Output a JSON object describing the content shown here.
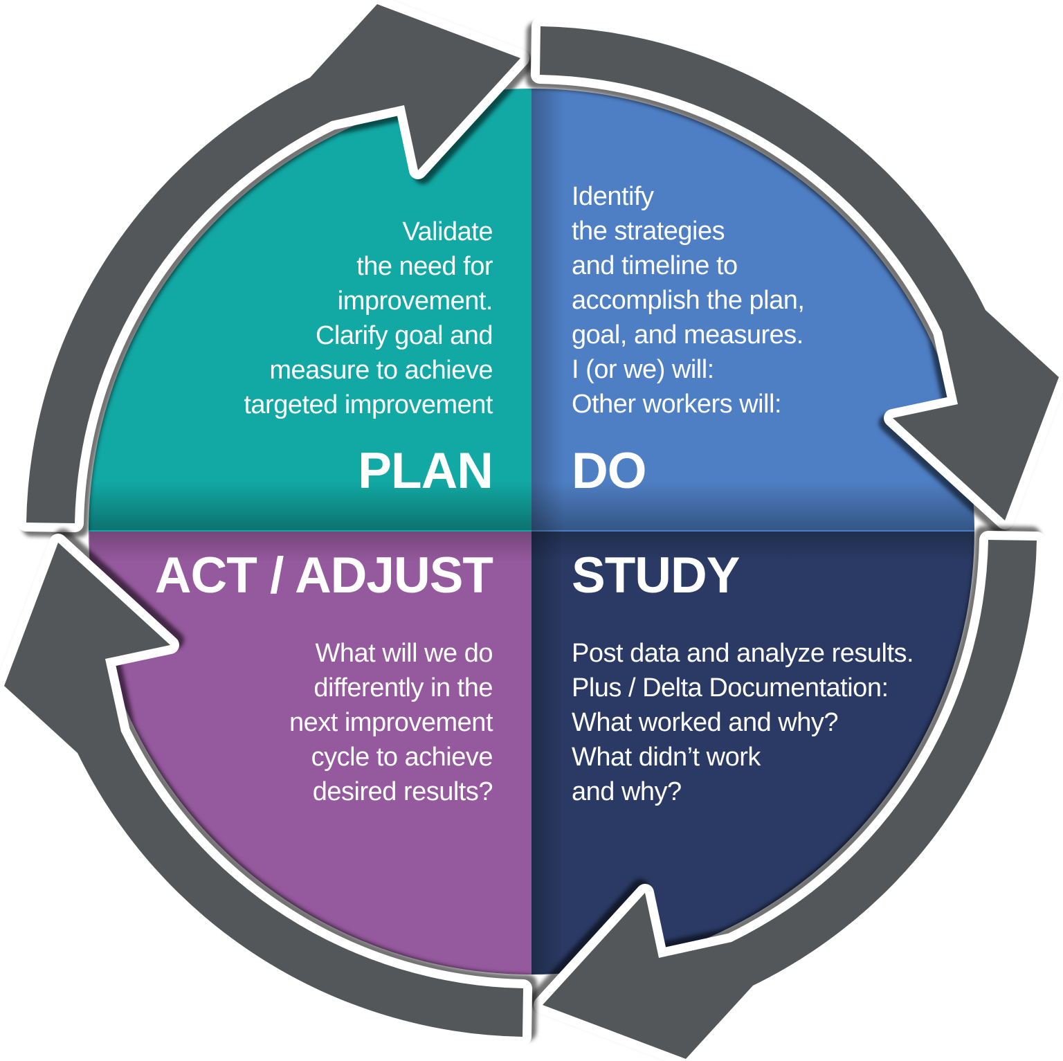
{
  "diagram_name": "plan-do-study-act-cycle",
  "text_color": "#FFFFFF",
  "arrows": {
    "color": "#54575A",
    "outline_color": "#FFFFFF"
  },
  "quadrants": {
    "plan": {
      "label": "PLAN",
      "color": "#12A8A4",
      "text": "Validate\nthe need for\nimprovement.\nClarify goal and\nmeasure to achieve\ntargeted improvement"
    },
    "do": {
      "label": "DO",
      "color": "#4E7EC3",
      "text": "Identify\nthe strategies\nand timeline to\naccomplish the plan,\ngoal, and measures.\nI (or we) will:\nOther workers will:"
    },
    "study": {
      "label": "STUDY",
      "color": "#2A3A64",
      "text": "Post data and analyze results.\nPlus / Delta Documentation:\nWhat worked and why?\nWhat didn’t work\nand why?"
    },
    "act": {
      "label": "ACT / ADJUST",
      "color": "#95599D",
      "text": "What will we do\ndifferently in the\nnext improvement\ncycle to achieve\ndesired results?"
    }
  }
}
